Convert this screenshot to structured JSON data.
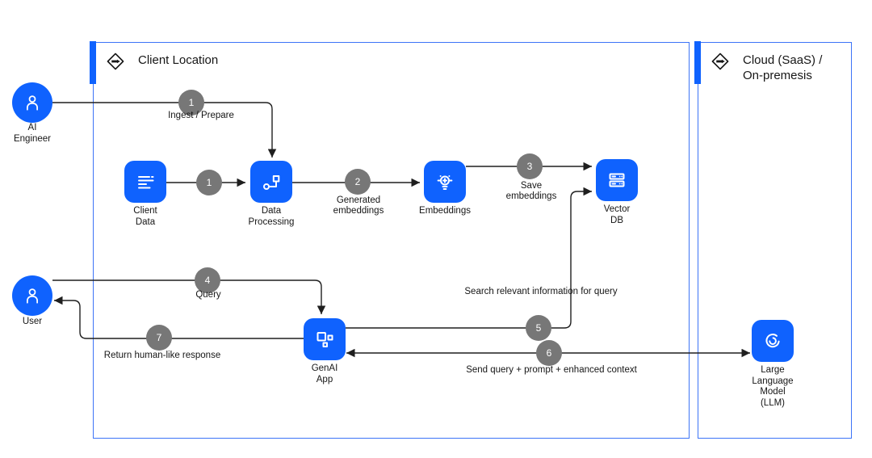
{
  "diagram": {
    "containers": {
      "client": {
        "label": "Client Location",
        "icon": "diamond-group-icon"
      },
      "cloud": {
        "label_line1": "Cloud (SaaS) /",
        "label_line2": "On-premesis",
        "icon": "diamond-group-icon"
      }
    },
    "nodes": {
      "ai_engineer": {
        "icon": "user-icon",
        "lines": [
          "AI",
          "Engineer"
        ]
      },
      "user": {
        "icon": "user-icon",
        "lines": [
          "User"
        ]
      },
      "client_data": {
        "icon": "data-list-icon",
        "lines": [
          "Client",
          "Data"
        ]
      },
      "data_processing": {
        "icon": "flow-process-icon",
        "lines": [
          "Data",
          "Processing"
        ]
      },
      "embeddings": {
        "icon": "idea-lightbulb-icon",
        "lines": [
          "Embeddings"
        ]
      },
      "vector_db": {
        "icon": "database-server-icon",
        "lines": [
          "Vector",
          "DB"
        ]
      },
      "genai_app": {
        "icon": "app-squares-icon",
        "lines": [
          "GenAI",
          "App"
        ]
      },
      "llm": {
        "icon": "ai-swirl-icon",
        "lines": [
          "Large",
          "Language",
          "Model",
          "(LLM)"
        ]
      }
    },
    "steps": {
      "s1_ingest": {
        "num": "1",
        "label": "Ingest / Prepare"
      },
      "s1_data": {
        "num": "1"
      },
      "s2": {
        "num": "2",
        "label": "Generated embeddings"
      },
      "s3": {
        "num": "3",
        "label": "Save embeddings"
      },
      "s4": {
        "num": "4",
        "label": "Query"
      },
      "s5": {
        "num": "5",
        "label": "Search relevant information for query"
      },
      "s6": {
        "num": "6",
        "label": "Send query + prompt + enhanced context"
      },
      "s7": {
        "num": "7",
        "label": "Return human-like response"
      }
    },
    "colors": {
      "node_blue": "#0f62fe",
      "step_gray": "#777777",
      "container_border": "#3d74f7",
      "accent_bar": "#0f62fe",
      "connector": "#1f1f1f",
      "text": "#161616",
      "background": "#ffffff"
    }
  }
}
